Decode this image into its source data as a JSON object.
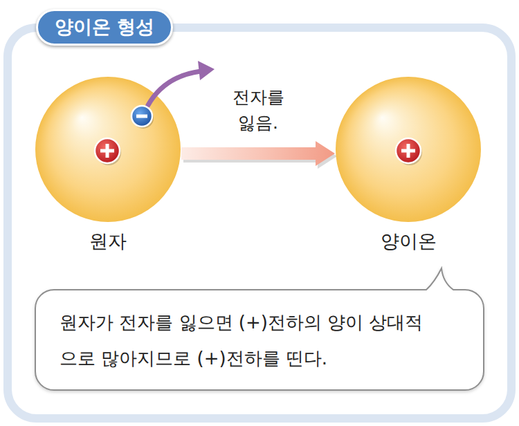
{
  "diagram": {
    "title": "양이온 형성",
    "nodes": [
      {
        "text": [
          "원자"
        ]
      },
      {
        "text": [
          "양이온"
        ]
      },
      {
        "text": [
          "원자가 전자를 잃으면 (+)전하의 양이 상대적 으로 많아지므로 (+)전하를 띤다."
        ]
      }
    ],
    "edges": [
      {
        "from": 0,
        "to": 1,
        "label": "전자를 잃음.",
        "arrow": "to"
      }
    ]
  }
}
